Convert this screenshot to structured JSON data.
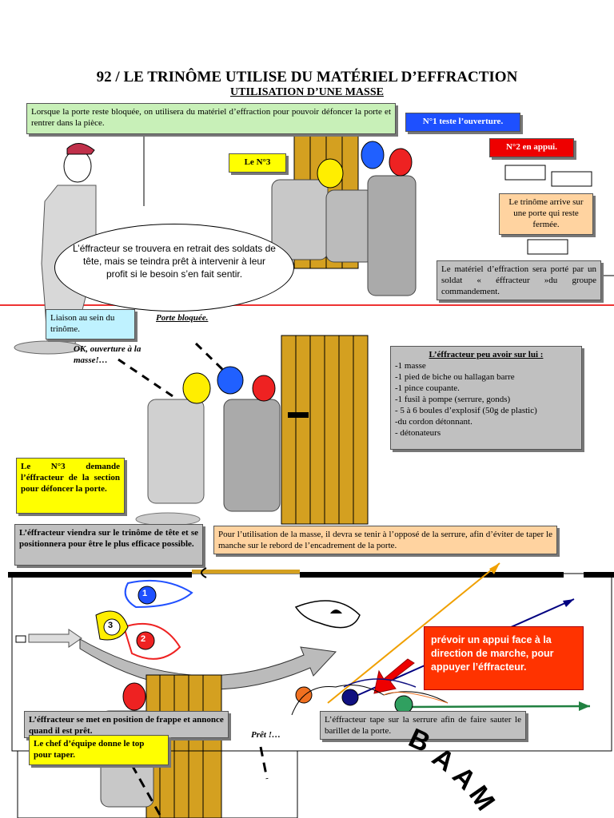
{
  "header": {
    "title": "92 / LE TRINÔME UTILISE DU MATÉRIEL D’EFFRACTION",
    "subtitle": "UTILISATION D’UNE MASSE"
  },
  "panel1": {
    "intro": "Lorsque la porte reste bloquée, on utilisera du matériel d’effraction pour pouvoir défoncer la porte et rentrer dans la pièce.",
    "no1": "N°1 teste l’ouverture.",
    "no2": "N°2 en appui.",
    "no3": "Le N°3",
    "trinome_arrive": "Le trinôme arrive sur une porte qui reste fermée.",
    "bubble": "L’éffracteur se trouvera en retrait des soldats de tête, mais se teindra prêt à intervenir à leur profit si le besoin s’en fait sentir.",
    "materiel_porte": "Le matériel d’effraction sera porté par un soldat « éffracteur »du groupe commandement."
  },
  "panel2": {
    "liaison": "Liaison au sein du trinôme.",
    "porte_bloquee": "Porte bloquée.",
    "ok_ouverture": "OK, ouverture à la masse!…",
    "gear_title": "L’éffracteur peu avoir sur lui :",
    "gear_items": [
      "-1 masse",
      "-1 pied de biche ou hallagan barre",
      "-1 pince coupante.",
      "-1 fusil à pompe (serrure, gonds)",
      "- 5 à 6 boules d’explosif (50g de plastic)",
      "-du cordon détonnant.",
      "- détonateurs"
    ],
    "no3_demande": "Le N°3 demande l’éffracteur de la section pour défoncer la porte."
  },
  "panel3": {
    "effracteur_viendra": "L’éffracteur viendra sur le trinôme de tête et se positionnera pour être le plus efficace possible.",
    "utilisation_masse": "Pour l’utilisation de la masse, il devra se tenir à l’opposé de la serrure, afin d’éviter de taper le manche sur le rebord de l’encadrement de la porte.",
    "prevoir_appui": "prévoir un appui face à la direction de marche, pour appuyer l’éffracteur.",
    "position_frappe": "L’éffracteur se met en position de frappe et annonce quand il est prêt.",
    "chef_top": "Le chef d’équipe donne le top pour taper.",
    "pret": "Prêt !…",
    "frappe": "L’éffracteur tape sur la serrure afin de faire sauter le barillet de la porte.",
    "baam": [
      "B",
      "A",
      "A",
      "M"
    ],
    "markers": [
      "1",
      "2",
      "3"
    ]
  },
  "colors": {
    "blue_label": "#1e50ff",
    "red_label": "#ee0000",
    "yellow_label": "#ffff00",
    "alert": "#ff3300",
    "door": "#d4a020"
  }
}
